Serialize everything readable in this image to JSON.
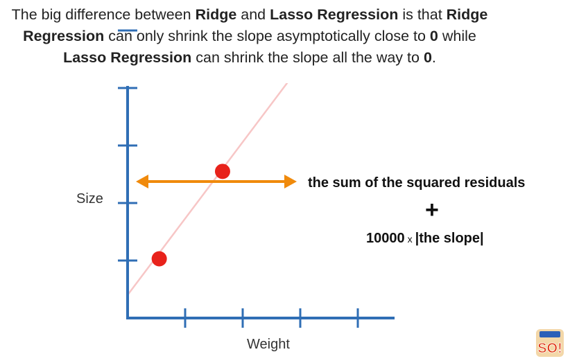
{
  "caption": {
    "p1": "The big difference between ",
    "b1": "Ridge",
    "p2": " and ",
    "b2": "Lasso Regression",
    "p3": " is that ",
    "b3": "Ridge Regression",
    "p4": " can only shrink the slope asymptotically close to ",
    "b4": "0",
    "p5": " while ",
    "b5": "Lasso Regression",
    "p6": " can shrink the slope all the way to ",
    "b6": "0",
    "p7": "."
  },
  "plot": {
    "ylabel": "Size",
    "xlabel": "Weight",
    "points": [
      {
        "x": 0.55,
        "y": 1.03
      },
      {
        "x": 1.65,
        "y": 2.55
      }
    ],
    "fit_line": {
      "intercept": 0.4,
      "slope": 1.33
    },
    "colors": {
      "axis": "#2f6eb5",
      "point": "#e8221b",
      "fit_line": "#f7c6c6",
      "arrow": "#f08a0c"
    }
  },
  "penalty": {
    "sum_text": "the sum of the squared residuals",
    "plus": "+",
    "lambda": "10000",
    "times": "x",
    "term": "|the slope|"
  },
  "logo": {
    "text": "SO!"
  }
}
